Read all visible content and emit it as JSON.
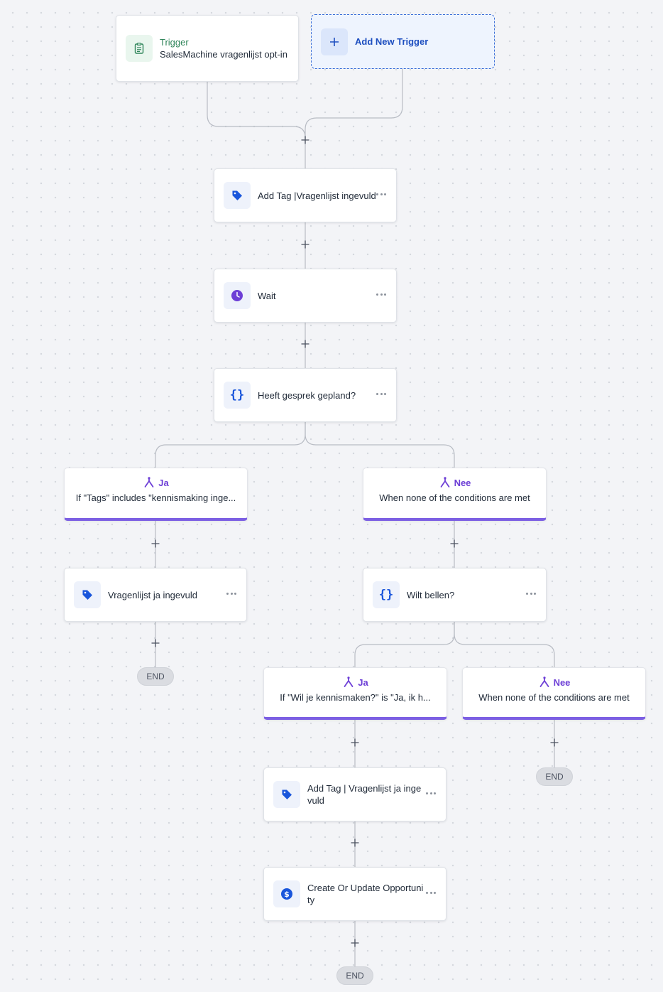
{
  "trigger": {
    "title": "Trigger",
    "name": "SalesMachine vragenlijst opt-in"
  },
  "add_trigger": {
    "label": "Add New Trigger"
  },
  "steps": {
    "add_tag_1": "Add Tag |Vragenlijst ingevuld",
    "wait": "Wait",
    "condition_1": "Heeft gesprek gepland?",
    "tag_ja": "Vragenlijst ja ingevuld",
    "condition_2": "Wilt bellen?",
    "add_tag_2": "Add Tag | Vragenlijst ja ingevuld",
    "opportunity": "Create Or Update Opportunity"
  },
  "branches": {
    "b1_ja": {
      "name": "Ja",
      "desc": "If \"Tags\" includes \"kennismaking inge..."
    },
    "b1_nee": {
      "name": "Nee",
      "desc": "When none of the conditions are met"
    },
    "b2_ja": {
      "name": "Ja",
      "desc": "If \"Wil je kennismaken?\" is \"Ja, ik h..."
    },
    "b2_nee": {
      "name": "Nee",
      "desc": "When none of the conditions are met"
    }
  },
  "end_label": "END",
  "colors": {
    "accent": "#7c5fe3",
    "tag_blue": "#1a56db",
    "trigger_green": "#2f855a"
  }
}
